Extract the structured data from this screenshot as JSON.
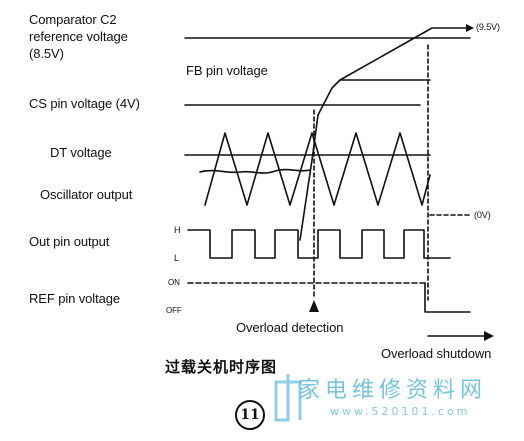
{
  "labels": {
    "comparator_line1": "Comparator C2",
    "comparator_line2": "reference voltage",
    "comparator_line3": "(8.5V)",
    "fb_pin": "FB pin voltage",
    "cs_pin": "CS pin voltage (4V)",
    "dt_voltage": "DT voltage",
    "oscillator": "Oscillator output",
    "out_pin": "Out pin output",
    "ref_pin": "REF pin voltage",
    "ref_value": "(9.5V)",
    "zero_value": "(0V)",
    "high": "H",
    "low": "L",
    "on": "ON",
    "off": "OFF",
    "overload_detection": "Overload detection",
    "overload_shutdown": "Overload shutdown"
  },
  "caption": "过载关机时序图",
  "figure_number": "11",
  "watermark": {
    "text": "家电维修资料网",
    "url": "www.520101.com"
  },
  "colors": {
    "ink": "#111111",
    "watermark": "#5fb9d8"
  },
  "icons": {
    "detection_marker": "triangle-up-icon",
    "time_axis_end": "arrow-right-icon"
  }
}
